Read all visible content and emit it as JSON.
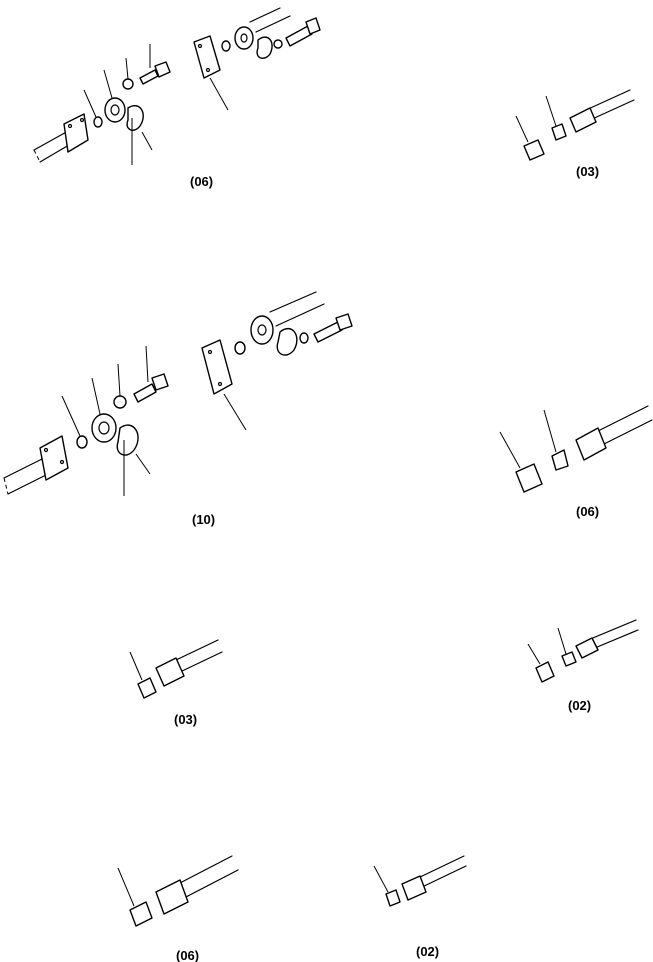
{
  "labels": {
    "top_left": "(06)",
    "top_right": "(03)",
    "mid_left": "(10)",
    "mid_right": "(06)",
    "lower_left": "(03)",
    "lower_right": "(02)",
    "bottom_left": "(06)",
    "bottom_right": "(02)"
  }
}
